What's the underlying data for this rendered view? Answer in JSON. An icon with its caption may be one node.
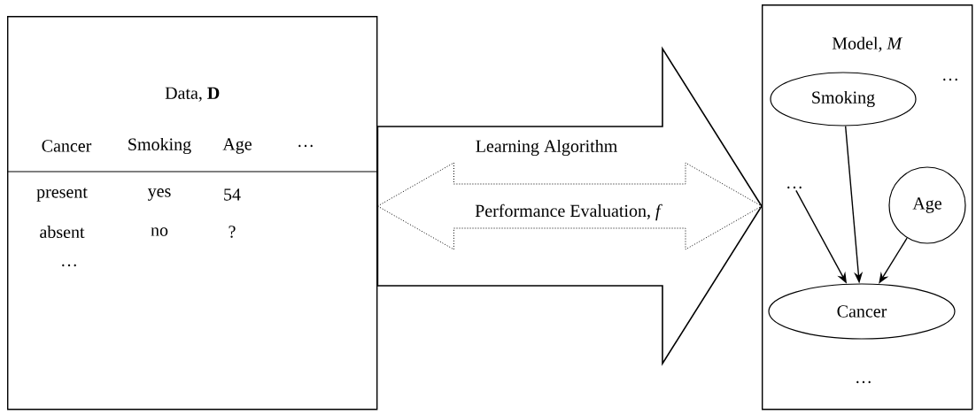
{
  "diagram": {
    "nodes": [
      {
        "text": [
          "Data, **D**"
        ]
      },
      {
        "text": [
          "Model, *M*"
        ]
      },
      {
        "text": [
          "Smoking"
        ],
        "in": 1
      },
      {
        "text": [
          "Age"
        ],
        "in": 1
      },
      {
        "text": [
          "Cancer"
        ],
        "in": 1
      },
      {
        "text": [
          "…"
        ],
        "in": 1
      }
    ],
    "edges": [
      {
        "from": 0,
        "to": 1,
        "arrow": "to",
        "label": "Learning Algorithm"
      },
      {
        "from": 0,
        "to": 1,
        "arrow": "both",
        "label": "Performance Evaluation, *f*",
        "style": "dashed"
      },
      {
        "from": 2,
        "to": 4,
        "arrow": "to"
      },
      {
        "from": 3,
        "to": 4,
        "arrow": "to"
      },
      {
        "from": 5,
        "to": 4,
        "arrow": "to"
      }
    ],
    "labels": [
      "Cancer",
      "Smoking",
      "Age",
      "…",
      "present",
      "yes",
      "54",
      "absent",
      "no",
      "?",
      "…",
      "…",
      "…"
    ]
  }
}
